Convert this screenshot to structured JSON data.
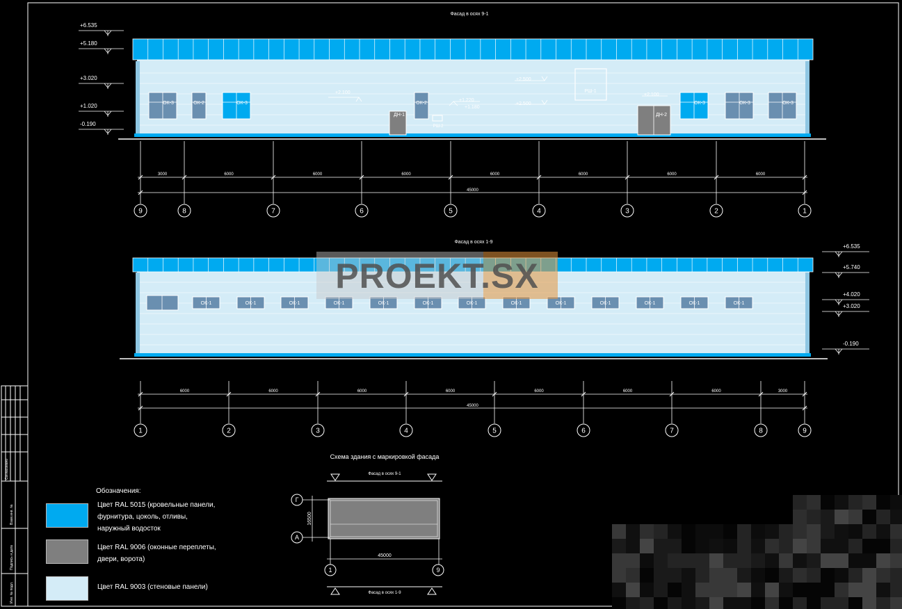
{
  "facade_top": {
    "title": "Фасад в осях 9-1",
    "levels": [
      "+6.535",
      "+5.180",
      "+3.020",
      "+1.020",
      "-0.190"
    ],
    "axes": [
      "9",
      "8",
      "7",
      "6",
      "5",
      "4",
      "3",
      "2",
      "1"
    ],
    "spans": [
      "3000",
      "6000",
      "6000",
      "6000",
      "6000",
      "6000",
      "6000",
      "6000"
    ],
    "total": "45000",
    "window_tags": [
      "ОК-3",
      "ОК-2",
      "ОК-3",
      "ОК-2",
      "ОК-3",
      "ОК-3",
      "ОК-3"
    ],
    "door_tags": [
      "ДН-1",
      "ДН-2"
    ],
    "misc_tags": [
      "РШ-1",
      "РШ-2"
    ],
    "elev_marks": [
      "+2.100",
      "+2.500",
      "+2.500",
      "+1.220",
      "+1.180",
      "+2.100"
    ]
  },
  "facade_bottom": {
    "title": "Фасад в осях 1-9",
    "levels": [
      "+6.535",
      "+5.740",
      "+4.020",
      "+3.020",
      "-0.190"
    ],
    "axes": [
      "1",
      "2",
      "3",
      "4",
      "5",
      "6",
      "7",
      "8",
      "9"
    ],
    "spans": [
      "6000",
      "6000",
      "6000",
      "6000",
      "6000",
      "6000",
      "6000",
      "3000"
    ],
    "total": "45000",
    "window_tag": "ОК-1"
  },
  "scheme": {
    "title": "Схема здания с маркировкой фасада",
    "top_label": "Фасад в осях 9-1",
    "bottom_label": "Фасад в осях 1-9",
    "width": "45000",
    "depth": "16500",
    "axis_g": "Г",
    "axis_a": "А",
    "axis_1": "1",
    "axis_9": "9"
  },
  "legend": {
    "title": "Обозначения:",
    "items": [
      {
        "color": "#00aaf0",
        "text_lines": [
          "Цвет RAL 5015 (кровельные панели,",
          "фурнитура, цоколь, отливы,",
          "наружный водосток"
        ]
      },
      {
        "color": "#7f7f7f",
        "text_lines": [
          "Цвет RAL 9006 (оконные переплеты,",
          "двери, ворота)"
        ]
      },
      {
        "color": "#d4ecf7",
        "text_lines": [
          "Цвет RAL 9003 (стеновые панели)"
        ]
      }
    ]
  },
  "side_stamp": [
    "Согласовано",
    "Взам.инв. №",
    "Подпись и дата",
    "Инв. № подл."
  ],
  "watermark": {
    "left": "PROEKT",
    "right": ".SX"
  },
  "colors": {
    "roof": "#00aaf0",
    "wall": "#d4ecf7",
    "frame": "#7f7f7f",
    "background": "#000000"
  }
}
